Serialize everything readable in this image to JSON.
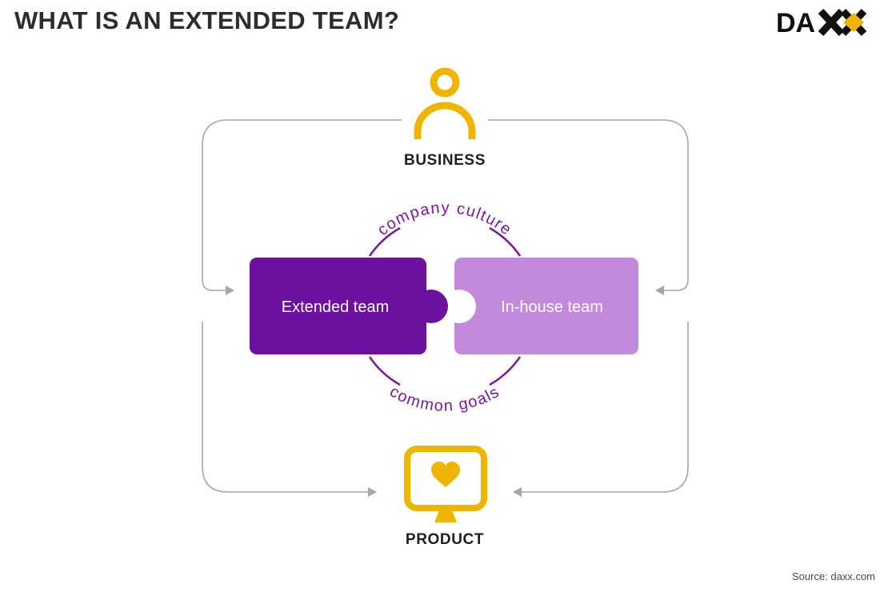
{
  "header": {
    "title": "WHAT IS AN EXTENDED TEAM?",
    "logo": {
      "brand": "DAXX",
      "text_da": "DA"
    }
  },
  "diagram": {
    "business_label": "BUSINESS",
    "product_label": "PRODUCT",
    "puzzle": {
      "left_label": "Extended team",
      "right_label": "In-house team"
    },
    "arc_top_text": "company culture",
    "arc_bottom_text": "common goals",
    "icons": {
      "top": "person-icon",
      "bottom": "monitor-heart-icon"
    }
  },
  "footer": {
    "source": "Source: daxx.com"
  },
  "colors": {
    "yellow": "#F0B500",
    "purple_dark": "#6B109F",
    "purple_light": "#C389DB",
    "purple_arc": "#7D15A5",
    "gray_line": "#A6A6A6",
    "text_dark": "#2D2D2D",
    "text_black": "#111111"
  }
}
